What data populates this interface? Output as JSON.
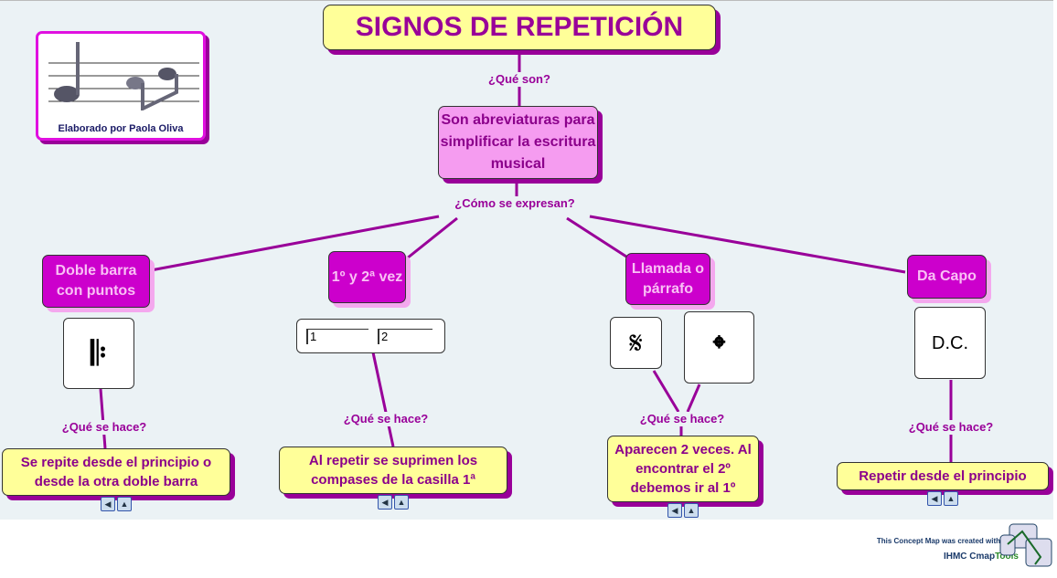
{
  "title": "SIGNOS DE REPETICIÓN",
  "author": "Elaborado por Paola Oliva",
  "link_que_son": "¿Qué son?",
  "definition": "Son abreviaturas para simplificar la escritura musical",
  "link_como": "¿Cómo se expresan?",
  "branches": [
    {
      "name": "Doble barra con puntos",
      "link": "¿Qué se hace?",
      "result": "Se repite desde el principio o desde la otra doble barra"
    },
    {
      "name": "1º y 2ª vez",
      "link": "¿Qué se hace?",
      "result": "Al repetir se suprimen los compases de la casilla 1ª",
      "box1": "1",
      "box2": "2"
    },
    {
      "name": "Llamada o párrafo",
      "link": "¿Qué se hace?",
      "result": "Aparecen 2 veces. Al encontrar el 2º debemos ir al 1º"
    },
    {
      "name": "Da Capo",
      "link": "¿Qué se hace?",
      "result": "Repetir desde el principio",
      "symbol": "D.C."
    }
  ],
  "footer": {
    "line1": "This Concept Map was created with",
    "line2": "IHMC Cmap",
    "line3": "Tools"
  },
  "colors": {
    "line": "#990099",
    "magenta": "#cc00cc",
    "yellow": "#ffff99"
  }
}
